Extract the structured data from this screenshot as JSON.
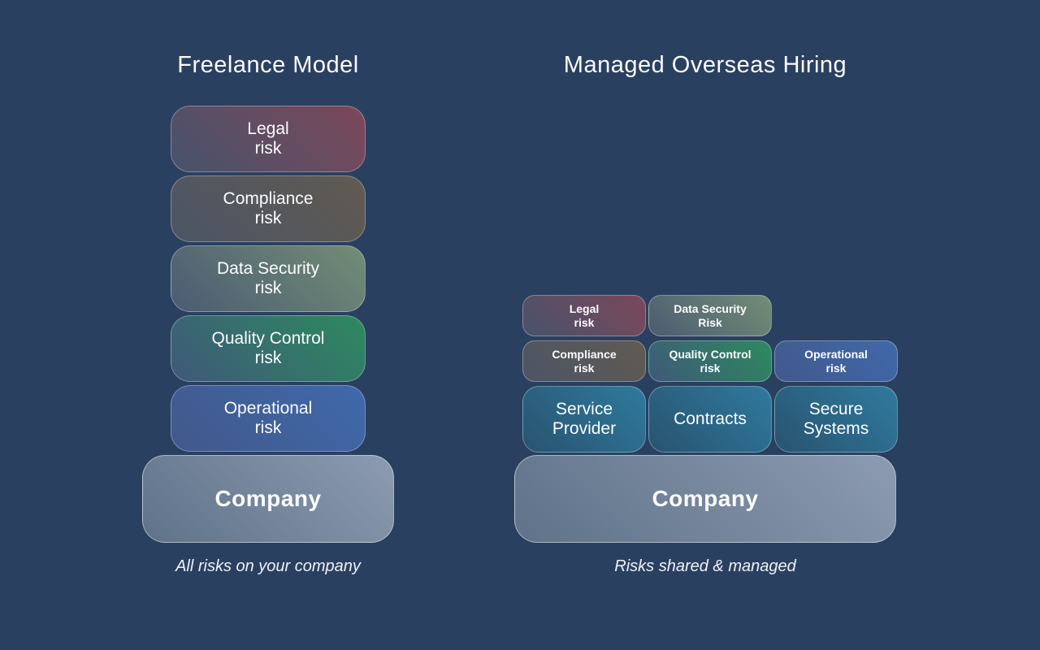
{
  "colors": {
    "background": "#2a4060",
    "text": "#ffffff",
    "gradients": {
      "legal": {
        "from": "#47536c",
        "to": "#7c4759"
      },
      "compliance": {
        "from": "#4b5567",
        "to": "#615a50"
      },
      "data_security": {
        "from": "#4b5b72",
        "to": "#728d76"
      },
      "quality_control": {
        "from": "#3f587a",
        "to": "#2d8a5e"
      },
      "operational": {
        "from": "#42588a",
        "to": "#3f69ab"
      },
      "mitigation": {
        "from": "#29536f",
        "to": "#2f7a9e"
      },
      "company": {
        "from": "#5f7289",
        "to": "#8c9bb1"
      }
    }
  },
  "left": {
    "title": "Freelance Model",
    "stack": [
      {
        "line1": "Legal",
        "line2": "risk"
      },
      {
        "line1": "Compliance",
        "line2": "risk"
      },
      {
        "line1": "Data Security",
        "line2": "risk"
      },
      {
        "line1": "Quality Control",
        "line2": "risk"
      },
      {
        "line1": "Operational",
        "line2": "risk"
      }
    ],
    "company": "Company",
    "caption": "All risks on your company"
  },
  "right": {
    "title": "Managed Overseas Hiring",
    "risk_row1": [
      {
        "line1": "Legal",
        "line2": "risk"
      },
      {
        "line1": "Data Security",
        "line2": "Risk"
      }
    ],
    "risk_row2": [
      {
        "line1": "Compliance",
        "line2": "risk"
      },
      {
        "line1": "Quality Control",
        "line2": "risk"
      },
      {
        "line1": "Operational",
        "line2": "risk"
      }
    ],
    "mitigation_row": [
      {
        "line1": "Service",
        "line2": "Provider"
      },
      {
        "line1": "Contracts",
        "line2": ""
      },
      {
        "line1": "Secure",
        "line2": "Systems"
      }
    ],
    "company": "Company",
    "caption": "Risks shared & managed"
  }
}
